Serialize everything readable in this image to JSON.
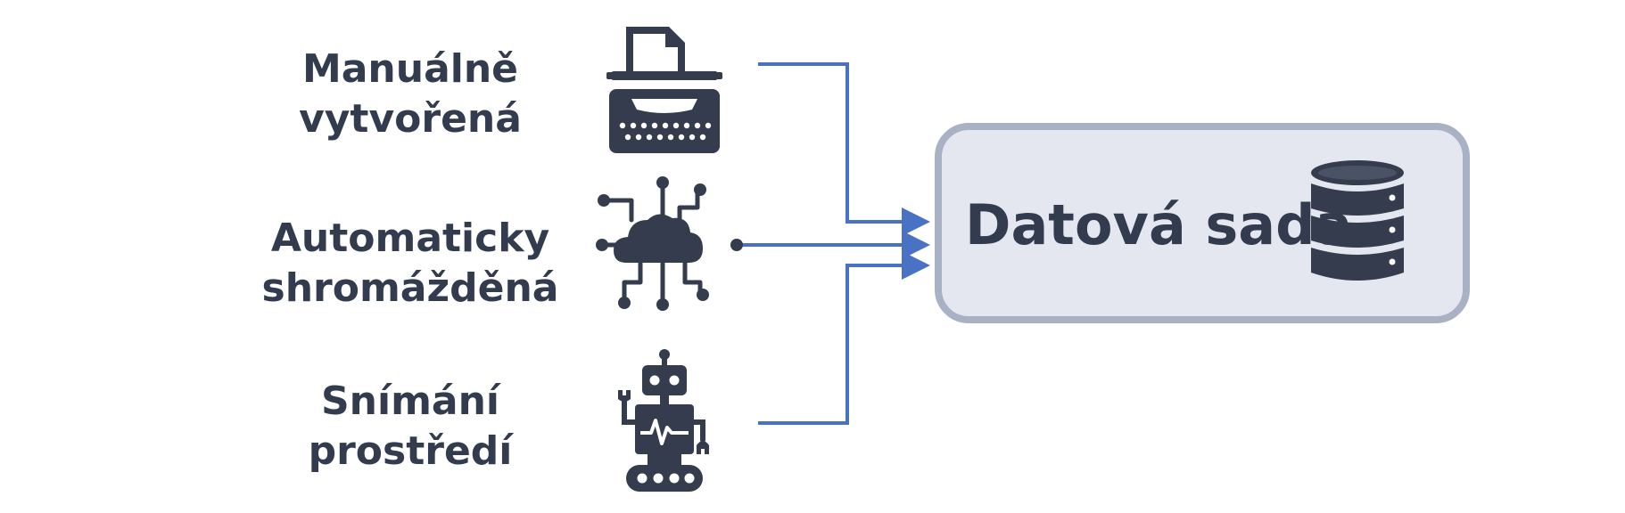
{
  "sources": [
    {
      "label_line1": "Manuálně",
      "label_line2": "vytvořená",
      "icon": "typewriter-icon"
    },
    {
      "label_line1": "Automaticky",
      "label_line2": "shromážděná",
      "icon": "cloud-network-icon"
    },
    {
      "label_line1": "Snímání",
      "label_line2": "prostředí",
      "icon": "robot-icon"
    }
  ],
  "target": {
    "label": "Datová sada",
    "icon": "database-icon"
  },
  "colors": {
    "text": "#333c4e",
    "icon": "#343c4d",
    "connector": "#4a72c4",
    "box_fill": "#e4e7ef",
    "box_border": "#a9b1c5"
  }
}
